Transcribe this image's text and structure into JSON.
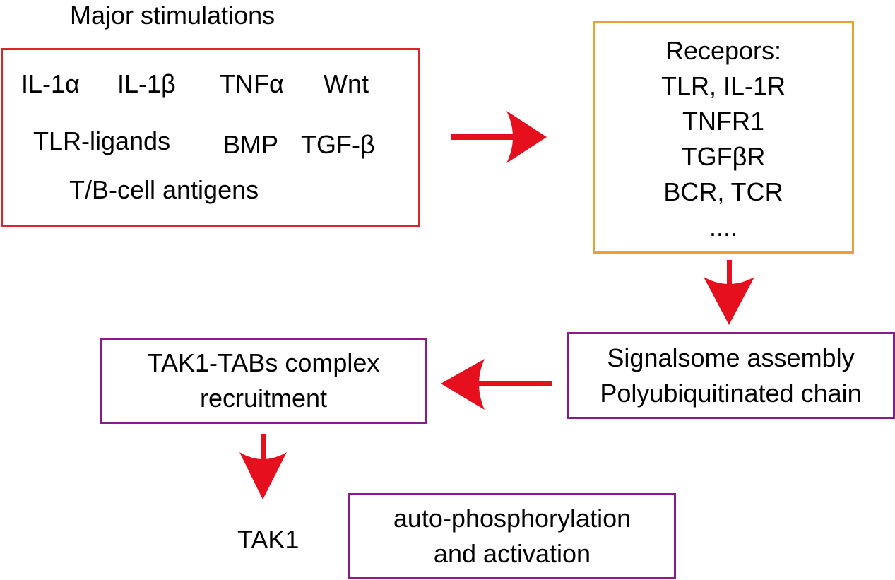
{
  "title": "Major stimulations",
  "stimuli_box": {
    "items": [
      "IL-1α",
      "IL-1β",
      "TNFα",
      "Wnt",
      "TLR-ligands",
      "BMP",
      "TGF-β",
      "T/B-cell antigens"
    ]
  },
  "receptors_box": {
    "lines": [
      "Recepors:",
      "TLR, IL-1R",
      "TNFR1",
      "TGFβR",
      "BCR, TCR",
      "...."
    ]
  },
  "signalsome_box": {
    "lines": [
      "Signalsome assembly",
      "Polyubiquitinated chain"
    ]
  },
  "tak1_tabs_box": {
    "lines": [
      "TAK1-TABs complex",
      "recruitment"
    ]
  },
  "tak1_label": "TAK1",
  "activation_box": {
    "lines": [
      "auto-phosphorylation",
      "and activation"
    ]
  },
  "colors": {
    "arrow": "#e60f1e",
    "stimuli_border": "#d9262b",
    "receptors_border": "#e9a130",
    "process_border": "#8b1a8f"
  }
}
